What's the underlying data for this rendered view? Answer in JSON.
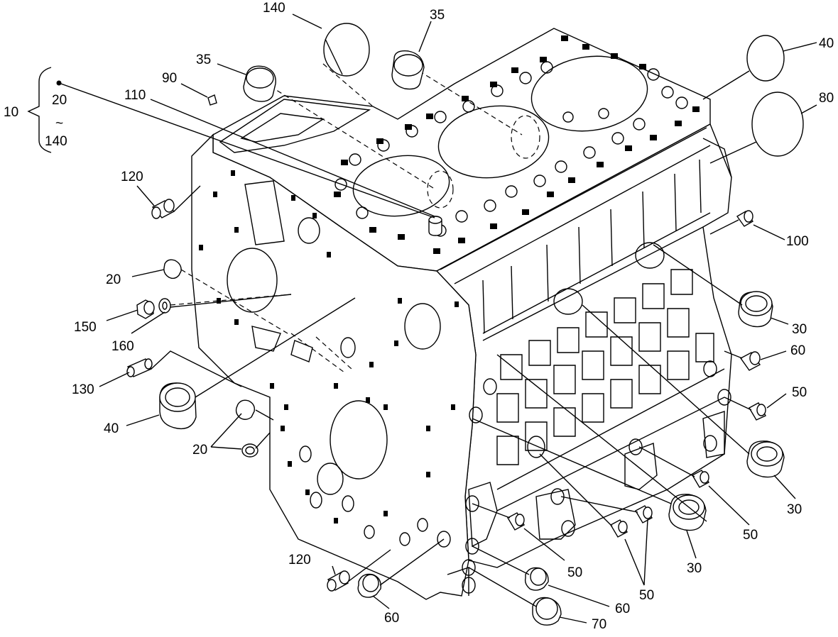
{
  "callouts": [
    {
      "id": "c140top",
      "text": "140"
    },
    {
      "id": "c35top",
      "text": "35"
    },
    {
      "id": "c35left",
      "text": "35"
    },
    {
      "id": "c40top",
      "text": "40"
    },
    {
      "id": "c80",
      "text": "80"
    },
    {
      "id": "c90",
      "text": "90"
    },
    {
      "id": "c110",
      "text": "110"
    },
    {
      "id": "c10",
      "text": "10"
    },
    {
      "id": "c20range",
      "text": "20"
    },
    {
      "id": "ctilde",
      "text": "~"
    },
    {
      "id": "c140range",
      "text": "140"
    },
    {
      "id": "c120top",
      "text": "120"
    },
    {
      "id": "c100",
      "text": "100"
    },
    {
      "id": "c20mid",
      "text": "20"
    },
    {
      "id": "c150",
      "text": "150"
    },
    {
      "id": "c160",
      "text": "160"
    },
    {
      "id": "c30a",
      "text": "30"
    },
    {
      "id": "c60a",
      "text": "60"
    },
    {
      "id": "c130",
      "text": "130"
    },
    {
      "id": "c50a",
      "text": "50"
    },
    {
      "id": "c40low",
      "text": "40"
    },
    {
      "id": "c20low",
      "text": "20"
    },
    {
      "id": "c30b",
      "text": "30"
    },
    {
      "id": "c50b",
      "text": "50"
    },
    {
      "id": "c120low",
      "text": "120"
    },
    {
      "id": "c50c",
      "text": "50"
    },
    {
      "id": "c30c",
      "text": "30"
    },
    {
      "id": "c50d",
      "text": "50"
    },
    {
      "id": "c60b",
      "text": "60"
    },
    {
      "id": "c60c",
      "text": "60"
    },
    {
      "id": "c70",
      "text": "70"
    }
  ]
}
